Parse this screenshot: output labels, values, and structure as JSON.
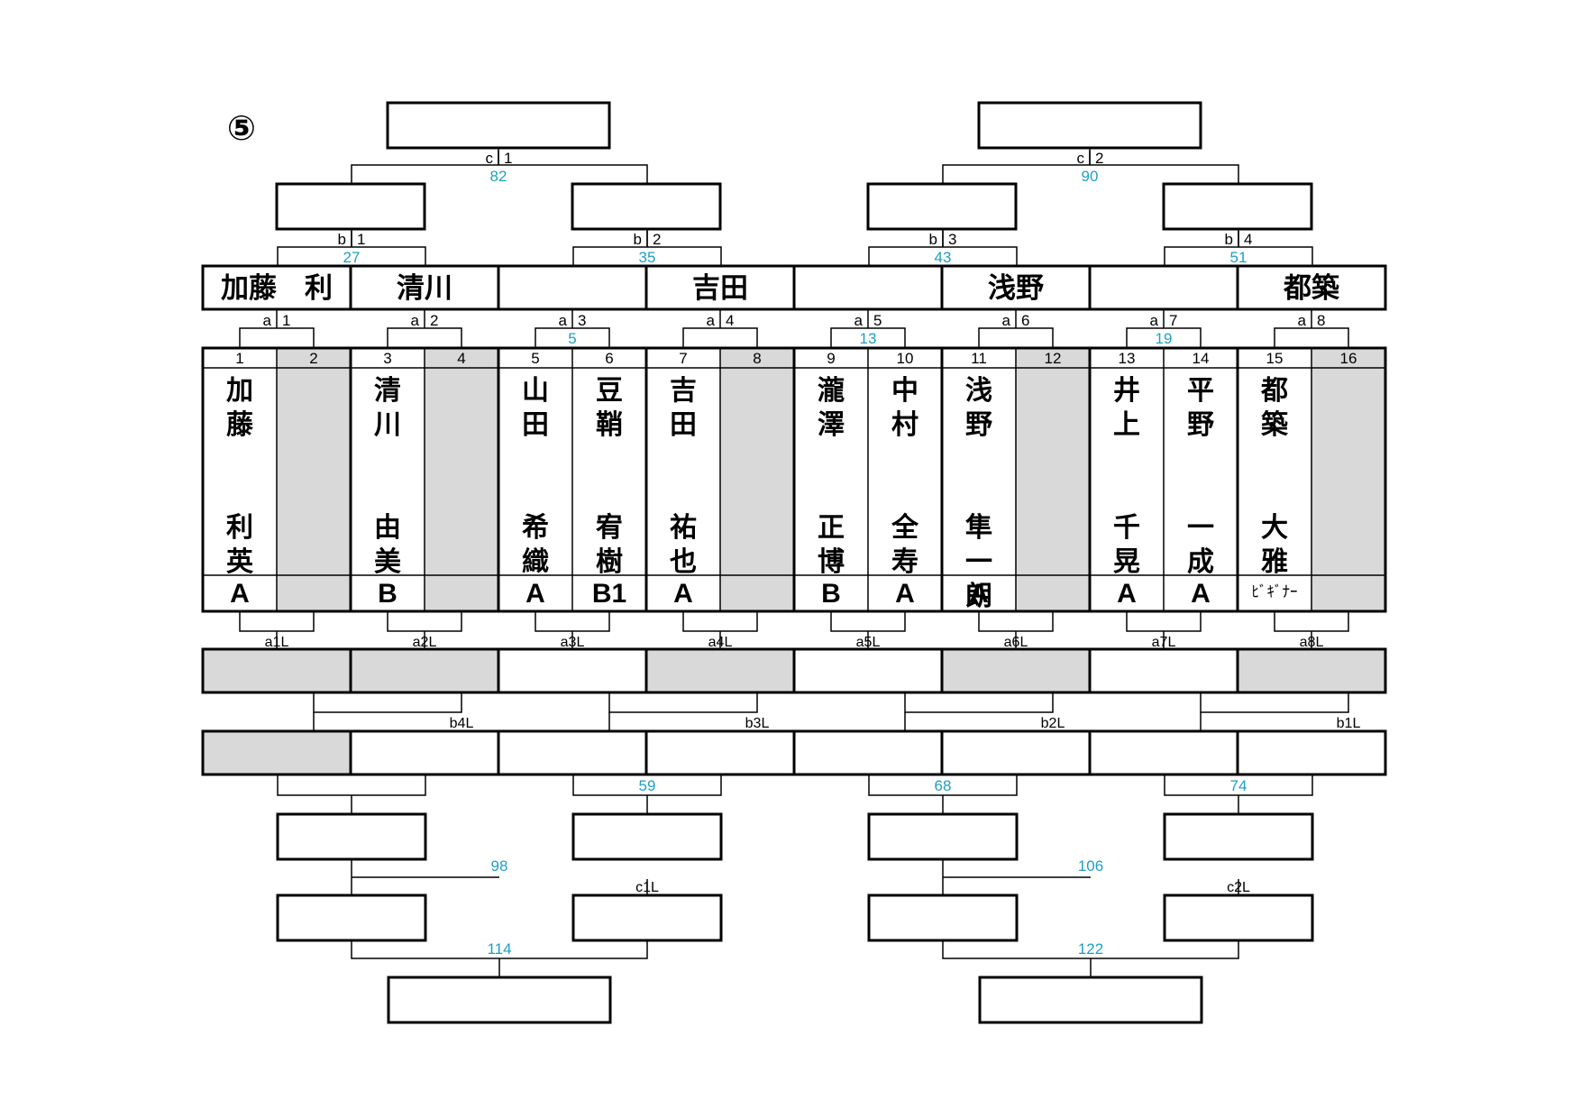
{
  "colors": {
    "accent": "#1d9fc4",
    "bye": "#d9d9d9",
    "line": "#000000"
  },
  "block_marker": "⑤",
  "seeds": [
    "1",
    "2",
    "3",
    "4",
    "5",
    "6",
    "7",
    "8",
    "9",
    "10",
    "11",
    "12",
    "13",
    "14",
    "15",
    "16"
  ],
  "teams": [
    "加藤　利",
    "清川",
    "",
    "吉田",
    "",
    "浅野",
    "",
    "都築"
  ],
  "players": [
    {
      "chars": [
        "加",
        "藤",
        "",
        "",
        "利",
        "英"
      ],
      "grade": "A",
      "bye": false
    },
    {
      "chars": [],
      "grade": "",
      "bye": true
    },
    {
      "chars": [
        "清",
        "川",
        "",
        "",
        "由",
        "美"
      ],
      "grade": "B",
      "bye": false
    },
    {
      "chars": [],
      "grade": "",
      "bye": true
    },
    {
      "chars": [
        "山",
        "田",
        "",
        "",
        "希",
        "織"
      ],
      "grade": "A",
      "bye": false
    },
    {
      "chars": [
        "豆",
        "鞘",
        "",
        "",
        "宥",
        "樹"
      ],
      "grade": "B1",
      "bye": false
    },
    {
      "chars": [
        "吉",
        "田",
        "",
        "",
        "祐",
        "也"
      ],
      "grade": "A",
      "bye": false
    },
    {
      "chars": [],
      "grade": "",
      "bye": true
    },
    {
      "chars": [
        "瀧",
        "澤",
        "",
        "",
        "正",
        "博"
      ],
      "grade": "B",
      "bye": false
    },
    {
      "chars": [
        "中",
        "村",
        "",
        "",
        "全",
        "寿"
      ],
      "grade": "A",
      "bye": false
    },
    {
      "chars": [
        "浅",
        "野",
        "",
        "",
        "隼",
        "一",
        "朗"
      ],
      "grade": "A",
      "bye": false
    },
    {
      "chars": [],
      "grade": "",
      "bye": true
    },
    {
      "chars": [
        "井",
        "上",
        "",
        "",
        "千",
        "晃"
      ],
      "grade": "A",
      "bye": false
    },
    {
      "chars": [
        "平",
        "野",
        "",
        "",
        "一",
        "成"
      ],
      "grade": "A",
      "bye": false
    },
    {
      "chars": [
        "都",
        "築",
        "",
        "",
        "大",
        "雅"
      ],
      "grade": "ﾋﾞｷﾞﾅｰ",
      "bye": false
    },
    {
      "chars": [],
      "grade": "",
      "bye": true
    }
  ],
  "round_a_labels": [
    "a",
    "1",
    "a",
    "2",
    "a",
    "3",
    "a",
    "4",
    "a",
    "5",
    "a",
    "6",
    "a",
    "7",
    "a",
    "8"
  ],
  "round_a_numbers": [
    "",
    "",
    "5",
    "",
    "13",
    "",
    "19",
    ""
  ],
  "round_b_labels": [
    "b",
    "1",
    "b",
    "2",
    "b",
    "3",
    "b",
    "4"
  ],
  "round_b_numbers": [
    "27",
    "35",
    "43",
    "51"
  ],
  "round_c_labels": [
    "c",
    "1",
    "c",
    "2"
  ],
  "round_c_numbers": [
    "82",
    "90"
  ],
  "loser_a_labels": [
    "a1L",
    "a2L",
    "a3L",
    "a4L",
    "a5L",
    "a6L",
    "a7L",
    "a8L"
  ],
  "loser_row1_bye": [
    true,
    true,
    false,
    true,
    false,
    true,
    false,
    true
  ],
  "loser_b_labels": [
    "b4L",
    "b3L",
    "b2L",
    "b1L"
  ],
  "loser_row2_bye": [
    true,
    false,
    false,
    false,
    false,
    false,
    false,
    false
  ],
  "loser_numbers_r2": [
    "",
    "59",
    "68",
    "74"
  ],
  "loser_c_labels": [
    "c1L",
    "c2L"
  ],
  "loser_numbers_r3": [
    "98",
    "106"
  ],
  "loser_numbers_r4": [
    "114",
    "122"
  ]
}
